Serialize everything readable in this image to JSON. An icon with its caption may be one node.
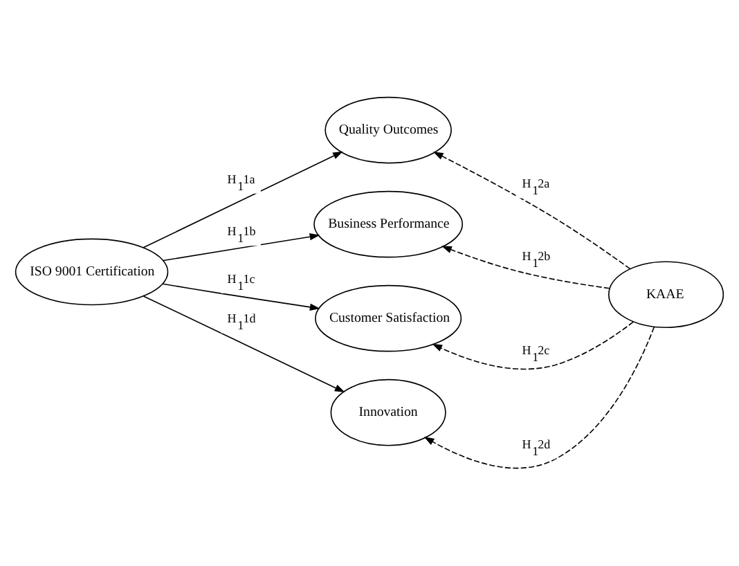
{
  "diagram": {
    "nodes": [
      {
        "text": [
          "ISO 9001 Certification"
        ]
      },
      {
        "text": [
          "Quality Outcomes"
        ]
      },
      {
        "text": [
          "Business Performance"
        ]
      },
      {
        "text": [
          "Customer Satisfaction"
        ]
      },
      {
        "text": [
          "Innovation"
        ]
      },
      {
        "text": [
          "KAAE"
        ]
      }
    ],
    "edges": [
      {
        "from": 0,
        "to": 1,
        "arrow": "to",
        "label": "H$_{1}$1a"
      },
      {
        "from": 0,
        "to": 2,
        "arrow": "to",
        "label": "H$_{1}$1b"
      },
      {
        "from": 0,
        "to": 3,
        "arrow": "to",
        "label": "H$_{1}$1c"
      },
      {
        "from": 0,
        "to": 4,
        "arrow": "to",
        "label": "H$_{1}$1d"
      },
      {
        "from": 5,
        "to": 1,
        "arrow": "to",
        "label": "H$_{1}$2a",
        "style": "dashed"
      },
      {
        "from": 5,
        "to": 2,
        "arrow": "to",
        "label": "H$_{1}$2b",
        "style": "dashed"
      },
      {
        "from": 5,
        "to": 3,
        "arrow": "to",
        "label": "H$_{1}$2c",
        "style": "dashed"
      },
      {
        "from": 5,
        "to": 4,
        "arrow": "to",
        "label": "H$_{1}$2d",
        "style": "dashed"
      }
    ]
  }
}
